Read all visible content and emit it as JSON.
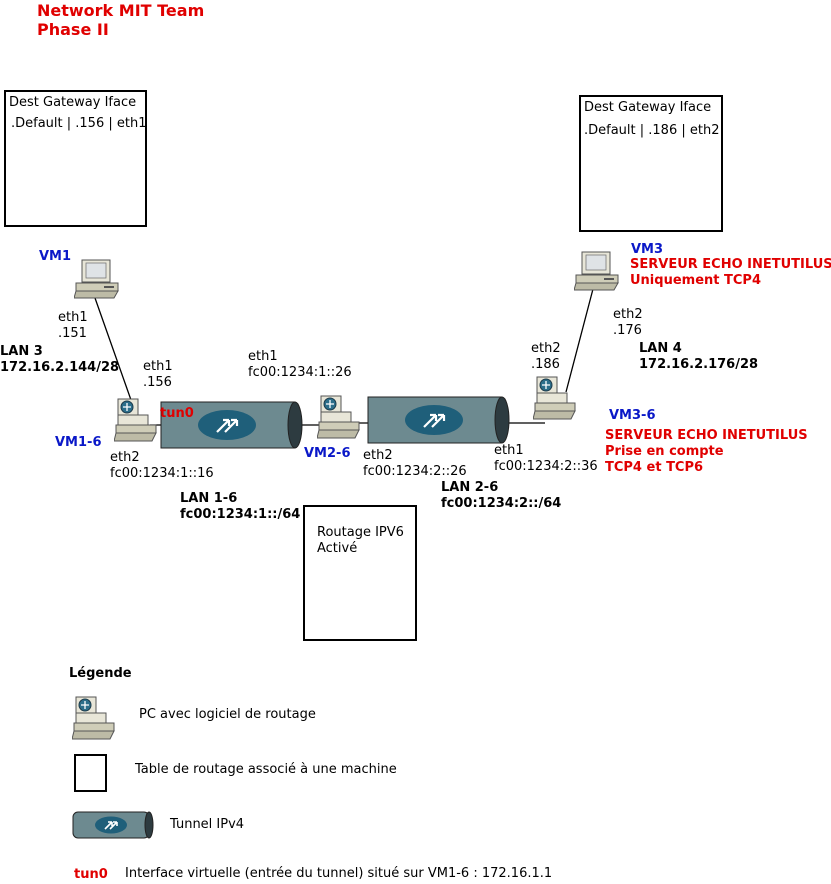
{
  "title": {
    "line1": "Network MIT Team",
    "line2": "Phase II"
  },
  "route_tables": {
    "vm1": {
      "header": "Dest  Gateway  Iface",
      "row": ".Default | .156 | eth1"
    },
    "vm3": {
      "header": "Dest  Gateway  Iface",
      "row": ".Default | .186 | eth2"
    }
  },
  "routing_box": {
    "line1": "Routage IPV6",
    "line2": "Activé"
  },
  "hosts": {
    "vm1": "VM1",
    "vm3": "VM3",
    "vm3_note1": "SERVEUR ECHO INETUTILUS",
    "vm3_note2": "Uniquement TCP4",
    "vm1_6": "VM1-6",
    "vm2_6": "VM2-6",
    "vm3_6": "VM3-6",
    "vm3_6_note1": "SERVEUR ECHO INETUTILUS",
    "vm3_6_note2": "Prise en compte",
    "vm3_6_note3": "TCP4 et TCP6"
  },
  "interfaces": {
    "vm1_eth1": "eth1",
    "vm1_eth1_ip": ".151",
    "vm16_eth1": "eth1",
    "vm16_eth1_ip": ".156",
    "vm16_eth2": "eth2",
    "vm16_eth2_ip": "fc00:1234:1::16",
    "vm26_eth1": "eth1",
    "vm26_eth1_ip": "fc00:1234:1::26",
    "vm26_eth2": "eth2",
    "vm26_eth2_ip": "fc00:1234:2::26",
    "vm36_eth2": "eth2",
    "vm36_eth2_ip": ".186",
    "vm36_eth1": "eth1",
    "vm36_eth1_ip": "fc00:1234:2::36",
    "vm3_eth2": "eth2",
    "vm3_eth2_ip": ".176",
    "tun0": "tun0"
  },
  "lans": {
    "lan3_name": "LAN 3",
    "lan3_net": "172.16.2.144/28",
    "lan4_name": "LAN 4",
    "lan4_net": "172.16.2.176/28",
    "lan16_name": "LAN 1-6",
    "lan16_net": "fc00:1234:1::/64",
    "lan26_name": "LAN 2-6",
    "lan26_net": "fc00:1234:2::/64"
  },
  "legend": {
    "title": "Légende",
    "router": "PC avec logiciel de routage",
    "table": "Table de routage associé à une machine",
    "tunnel": "Tunnel IPv4",
    "tun0_label": "tun0",
    "tun0_desc": "Interface virtuelle (entrée du tunnel) situé sur VM1-6 : 172.16.1.1"
  },
  "colors": {
    "red": "#e00000",
    "blue": "#0a18c8",
    "tunnel": "#6d8a90",
    "tunnel_end": "#2d3b40"
  }
}
